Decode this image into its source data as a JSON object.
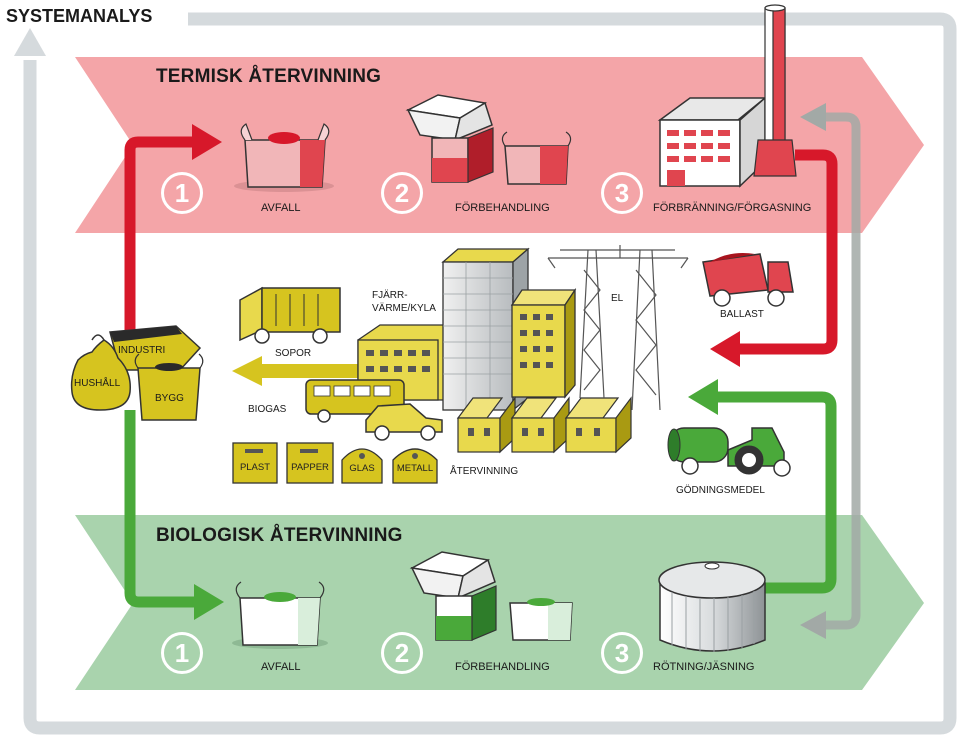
{
  "title": "SYSTEMANALYS",
  "thermal": {
    "heading": "TERMISK ÅTERVINNING",
    "steps": [
      {
        "number": "1",
        "label": "AVFALL"
      },
      {
        "number": "2",
        "label": "FÖRBEHANDLING"
      },
      {
        "number": "3",
        "label": "FÖRBRÄNNING/FÖRGASNING"
      }
    ]
  },
  "biological": {
    "heading": "BIOLOGISK ÅTERVINNING",
    "steps": [
      {
        "number": "1",
        "label": "AVFALL"
      },
      {
        "number": "2",
        "label": "FÖRBEHANDLING"
      },
      {
        "number": "3",
        "label": "RÖTNING/JÄSNING"
      }
    ]
  },
  "sources": {
    "industri": "INDUSTRI",
    "hushall": "HUSHÅLL",
    "bygg": "BYGG"
  },
  "products": {
    "fjarrvarme_line1": "FJÄRR-",
    "fjarrvarme_line2": "VÄRME/KYLA",
    "el": "EL",
    "ballast": "BALLAST",
    "sopor": "SOPOR",
    "biogas": "BIOGAS",
    "atervinning": "ÅTERVINNING",
    "godningsmedel": "GÖDNINGSMEDEL"
  },
  "recycle_bins": [
    "PLAST",
    "PAPPER",
    "GLAS",
    "METALL"
  ],
  "colors": {
    "thermal_band": "#f4a5a8",
    "bio_band": "#a9d3ad",
    "red_arrow": "#d7182a",
    "green_arrow": "#4aa93a",
    "gray_loop": "#d5dadd",
    "yellow": "#d6c41f"
  }
}
